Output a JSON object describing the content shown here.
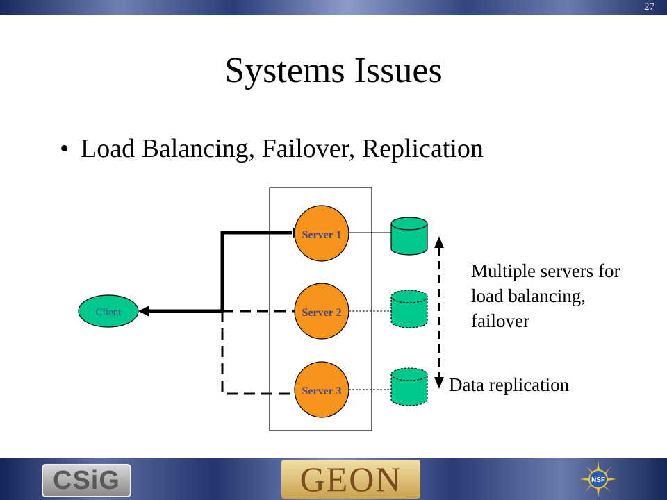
{
  "slide": {
    "number": "27",
    "title": "Systems Issues"
  },
  "bullets": [
    {
      "text": "Load Balancing, Failover, Replication"
    }
  ],
  "diagram": {
    "client_label": "Client",
    "servers": [
      {
        "label": "Server 1"
      },
      {
        "label": "Server 2"
      },
      {
        "label": "Server 3"
      }
    ],
    "note_load_balancing": [
      "Multiple servers for",
      "load balancing,",
      "failover"
    ],
    "note_replication": "Data replication",
    "colors": {
      "server": "#f7941d",
      "client": "#00c88c",
      "database": "#00c88c"
    }
  },
  "footer": {
    "logo_left": "CSiG",
    "logo_center": "GEON",
    "logo_right": "NSF"
  }
}
